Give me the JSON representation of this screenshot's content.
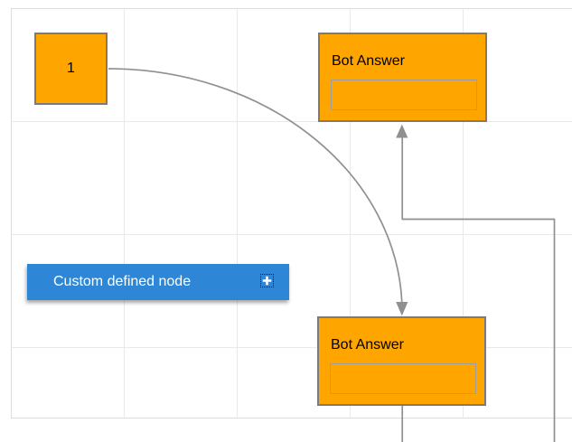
{
  "colors": {
    "node-fill": "#ffa500",
    "node-border": "#7b7b7b",
    "inner-border": "#9e9e9e",
    "accent-blue": "#2d87d6",
    "custom-node-text": "#ffffff",
    "connector": "#909090",
    "grid": "#e9e9e9",
    "canvas-border": "#dcdcdc"
  },
  "diagram": {
    "nodes": {
      "node1": {
        "label": "1",
        "shape": "square"
      },
      "botAnswerTop": {
        "title": "Bot Answer",
        "textbox_value": "",
        "shape": "rectangle-with-textbox"
      },
      "botAnswerBottom": {
        "title": "Bot Answer",
        "textbox_value": "",
        "shape": "rectangle-with-textbox"
      },
      "customNode": {
        "label": "Custom defined node",
        "icon": "plus-icon"
      }
    },
    "connectors": [
      {
        "from": "node1",
        "to": "botAnswerBottom",
        "style": "curved",
        "arrow": "target"
      },
      {
        "from": "botAnswerBottom",
        "to": "botAnswerTop",
        "style": "orthogonal",
        "arrow": "target"
      }
    ],
    "grid": {
      "cell_size": 125,
      "visible": true
    }
  }
}
